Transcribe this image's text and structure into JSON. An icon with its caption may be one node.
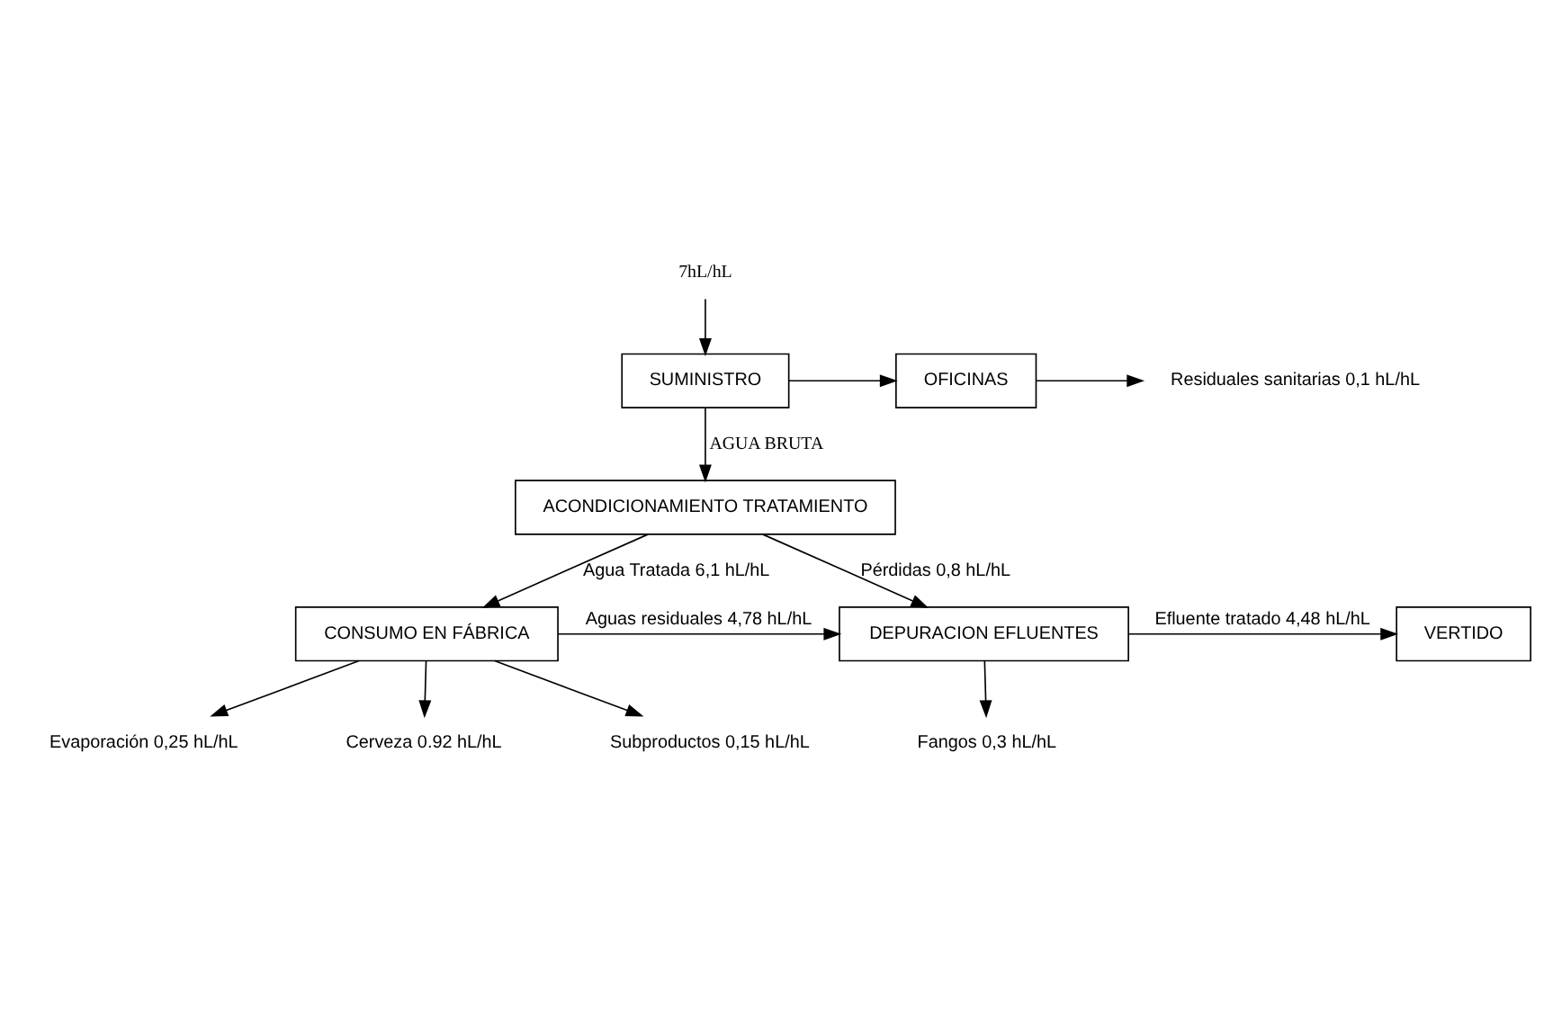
{
  "diagram": {
    "nodes": [
      {
        "text": [
          "7hL/hL"
        ]
      },
      {
        "text": [
          "SUMINISTRO"
        ]
      },
      {
        "text": [
          "OFICINAS"
        ]
      },
      {
        "text": [
          "Residuales sanitarias 0,1 hL/hL"
        ]
      },
      {
        "text": [
          "ACONDICIONAMIENTO TRATAMIENTO"
        ]
      },
      {
        "text": [
          "CONSUMO EN FÁBRICA"
        ]
      },
      {
        "text": [
          "DEPURACION EFLUENTES"
        ]
      },
      {
        "text": [
          "VERTIDO"
        ]
      },
      {
        "text": [
          "Evaporación 0,25 hL/hL"
        ]
      },
      {
        "text": [
          "Cerveza 0.92 hL/hL"
        ]
      },
      {
        "text": [
          "Subproductos 0,15 hL/hL"
        ]
      },
      {
        "text": [
          "Fangos 0,3 hL/hL"
        ]
      }
    ],
    "edges": [
      {
        "from": 0,
        "to": 1,
        "arrow": "to"
      },
      {
        "from": 1,
        "to": 2,
        "arrow": "to"
      },
      {
        "from": 2,
        "to": 3,
        "arrow": "to"
      },
      {
        "from": 1,
        "to": 4,
        "arrow": "to",
        "label": "AGUA BRUTA"
      },
      {
        "from": 4,
        "to": 5,
        "arrow": "to",
        "label": "Agua Tratada 6,1 hL/hL"
      },
      {
        "from": 4,
        "to": 6,
        "arrow": "to",
        "label": "Pérdidas 0,8 hL/hL"
      },
      {
        "from": 5,
        "to": 6,
        "arrow": "to",
        "label": "Aguas residuales 4,78 hL/hL"
      },
      {
        "from": 6,
        "to": 7,
        "arrow": "to",
        "label": "Efluente tratado 4,48 hL/hL"
      },
      {
        "from": 5,
        "to": 8,
        "arrow": "to"
      },
      {
        "from": 5,
        "to": 9,
        "arrow": "to"
      },
      {
        "from": 5,
        "to": 10,
        "arrow": "to"
      },
      {
        "from": 6,
        "to": 11,
        "arrow": "to"
      }
    ]
  }
}
